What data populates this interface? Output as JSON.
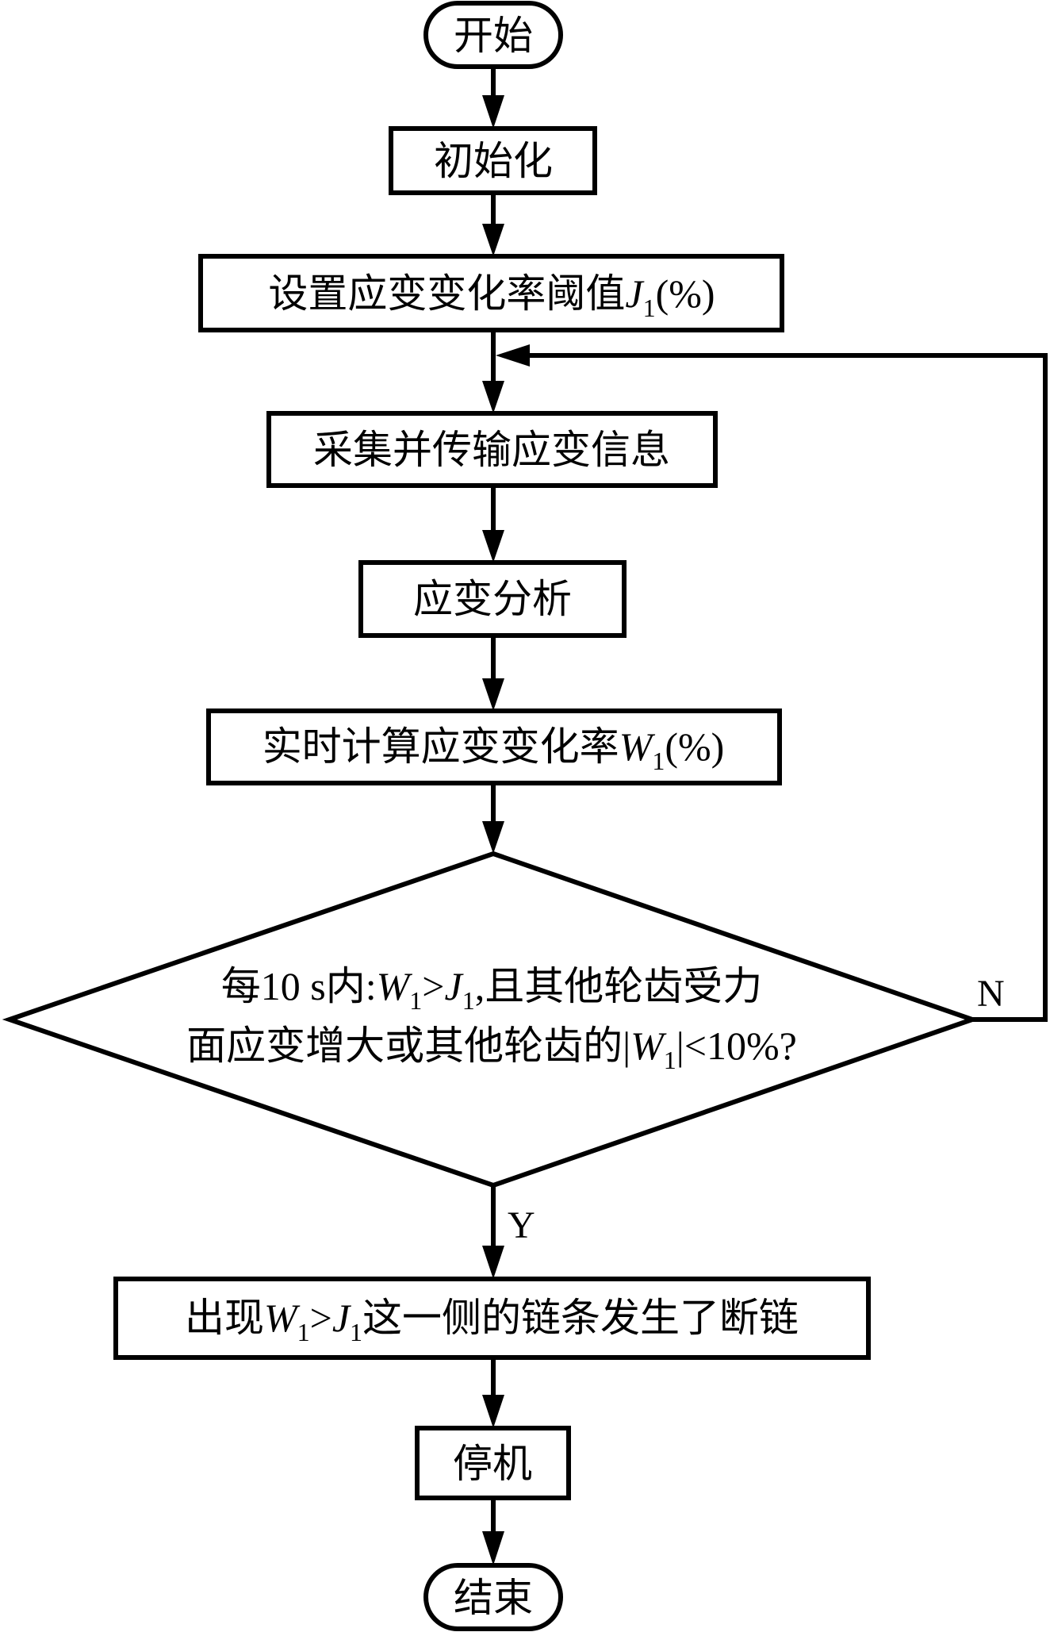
{
  "diagram": {
    "type": "flowchart",
    "nodes": {
      "start": {
        "shape": "terminal",
        "label": "开始"
      },
      "init": {
        "shape": "process",
        "label": "初始化"
      },
      "set_threshold": {
        "shape": "process",
        "label_prefix": "设置应变变化率阈值",
        "var": "J",
        "var_sub": "1",
        "label_suffix": "(%)"
      },
      "collect": {
        "shape": "process",
        "label": "采集并传输应变信息"
      },
      "analyze": {
        "shape": "process",
        "label": "应变分析"
      },
      "compute": {
        "shape": "process",
        "label_prefix": "实时计算应变变化率",
        "var": "W",
        "var_sub": "1",
        "label_suffix": "(%)"
      },
      "decision": {
        "shape": "decision",
        "line1": {
          "p1": "每10 s内:",
          "v1": "W",
          "s1": "1",
          "op": ">",
          "v2": "J",
          "s2": "1",
          "p2": ",且其他轮齿受力"
        },
        "line2": {
          "p1": "面应变增大或其他轮齿的|",
          "v1": "W",
          "s1": "1",
          "p2": "|<10%?"
        }
      },
      "result": {
        "shape": "process",
        "p1": "出现",
        "v1": "W",
        "s1": "1",
        "op": ">",
        "v2": "J",
        "s2": "1",
        "p2": "这一侧的链条发生了断链"
      },
      "stop": {
        "shape": "process",
        "label": "停机"
      },
      "end": {
        "shape": "terminal",
        "label": "结束"
      }
    },
    "edges": [
      {
        "from": "start",
        "to": "init"
      },
      {
        "from": "init",
        "to": "set_threshold"
      },
      {
        "from": "set_threshold",
        "to": "collect"
      },
      {
        "from": "collect",
        "to": "analyze"
      },
      {
        "from": "analyze",
        "to": "compute"
      },
      {
        "from": "compute",
        "to": "decision"
      },
      {
        "from": "decision",
        "to": "collect",
        "label": "N"
      },
      {
        "from": "decision",
        "to": "result",
        "label": "Y"
      },
      {
        "from": "result",
        "to": "stop"
      },
      {
        "from": "stop",
        "to": "end"
      }
    ],
    "labels": {
      "no": "N",
      "yes": "Y"
    }
  }
}
